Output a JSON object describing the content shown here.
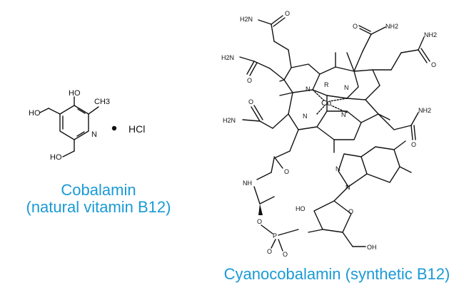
{
  "left_molecule": {
    "caption_line1": "Cobalamin",
    "caption_line2": "(natural vitamin B12)",
    "salt_label": "HCl",
    "atoms": {
      "ho_top": "HO",
      "ch3": "CH3",
      "n": "N",
      "ho_left": "HO",
      "ho_bottom": "HO"
    }
  },
  "right_molecule": {
    "caption": "Cyanocobalamin (synthetic B12)",
    "atoms": {
      "nh2_top": "H2N",
      "nh2_tr": "NH2",
      "nh2_right": "NH2",
      "nh2_left": "H2N",
      "nh2_mid_left": "H2N",
      "nh2_mid_right": "NH2",
      "o": "O",
      "co": "Co",
      "r": "R",
      "n": "N",
      "nh": "NH",
      "ho": "HO",
      "oh": "OH",
      "p": "P"
    }
  },
  "colors": {
    "caption": "#1a9ad6",
    "ink": "#111111"
  }
}
